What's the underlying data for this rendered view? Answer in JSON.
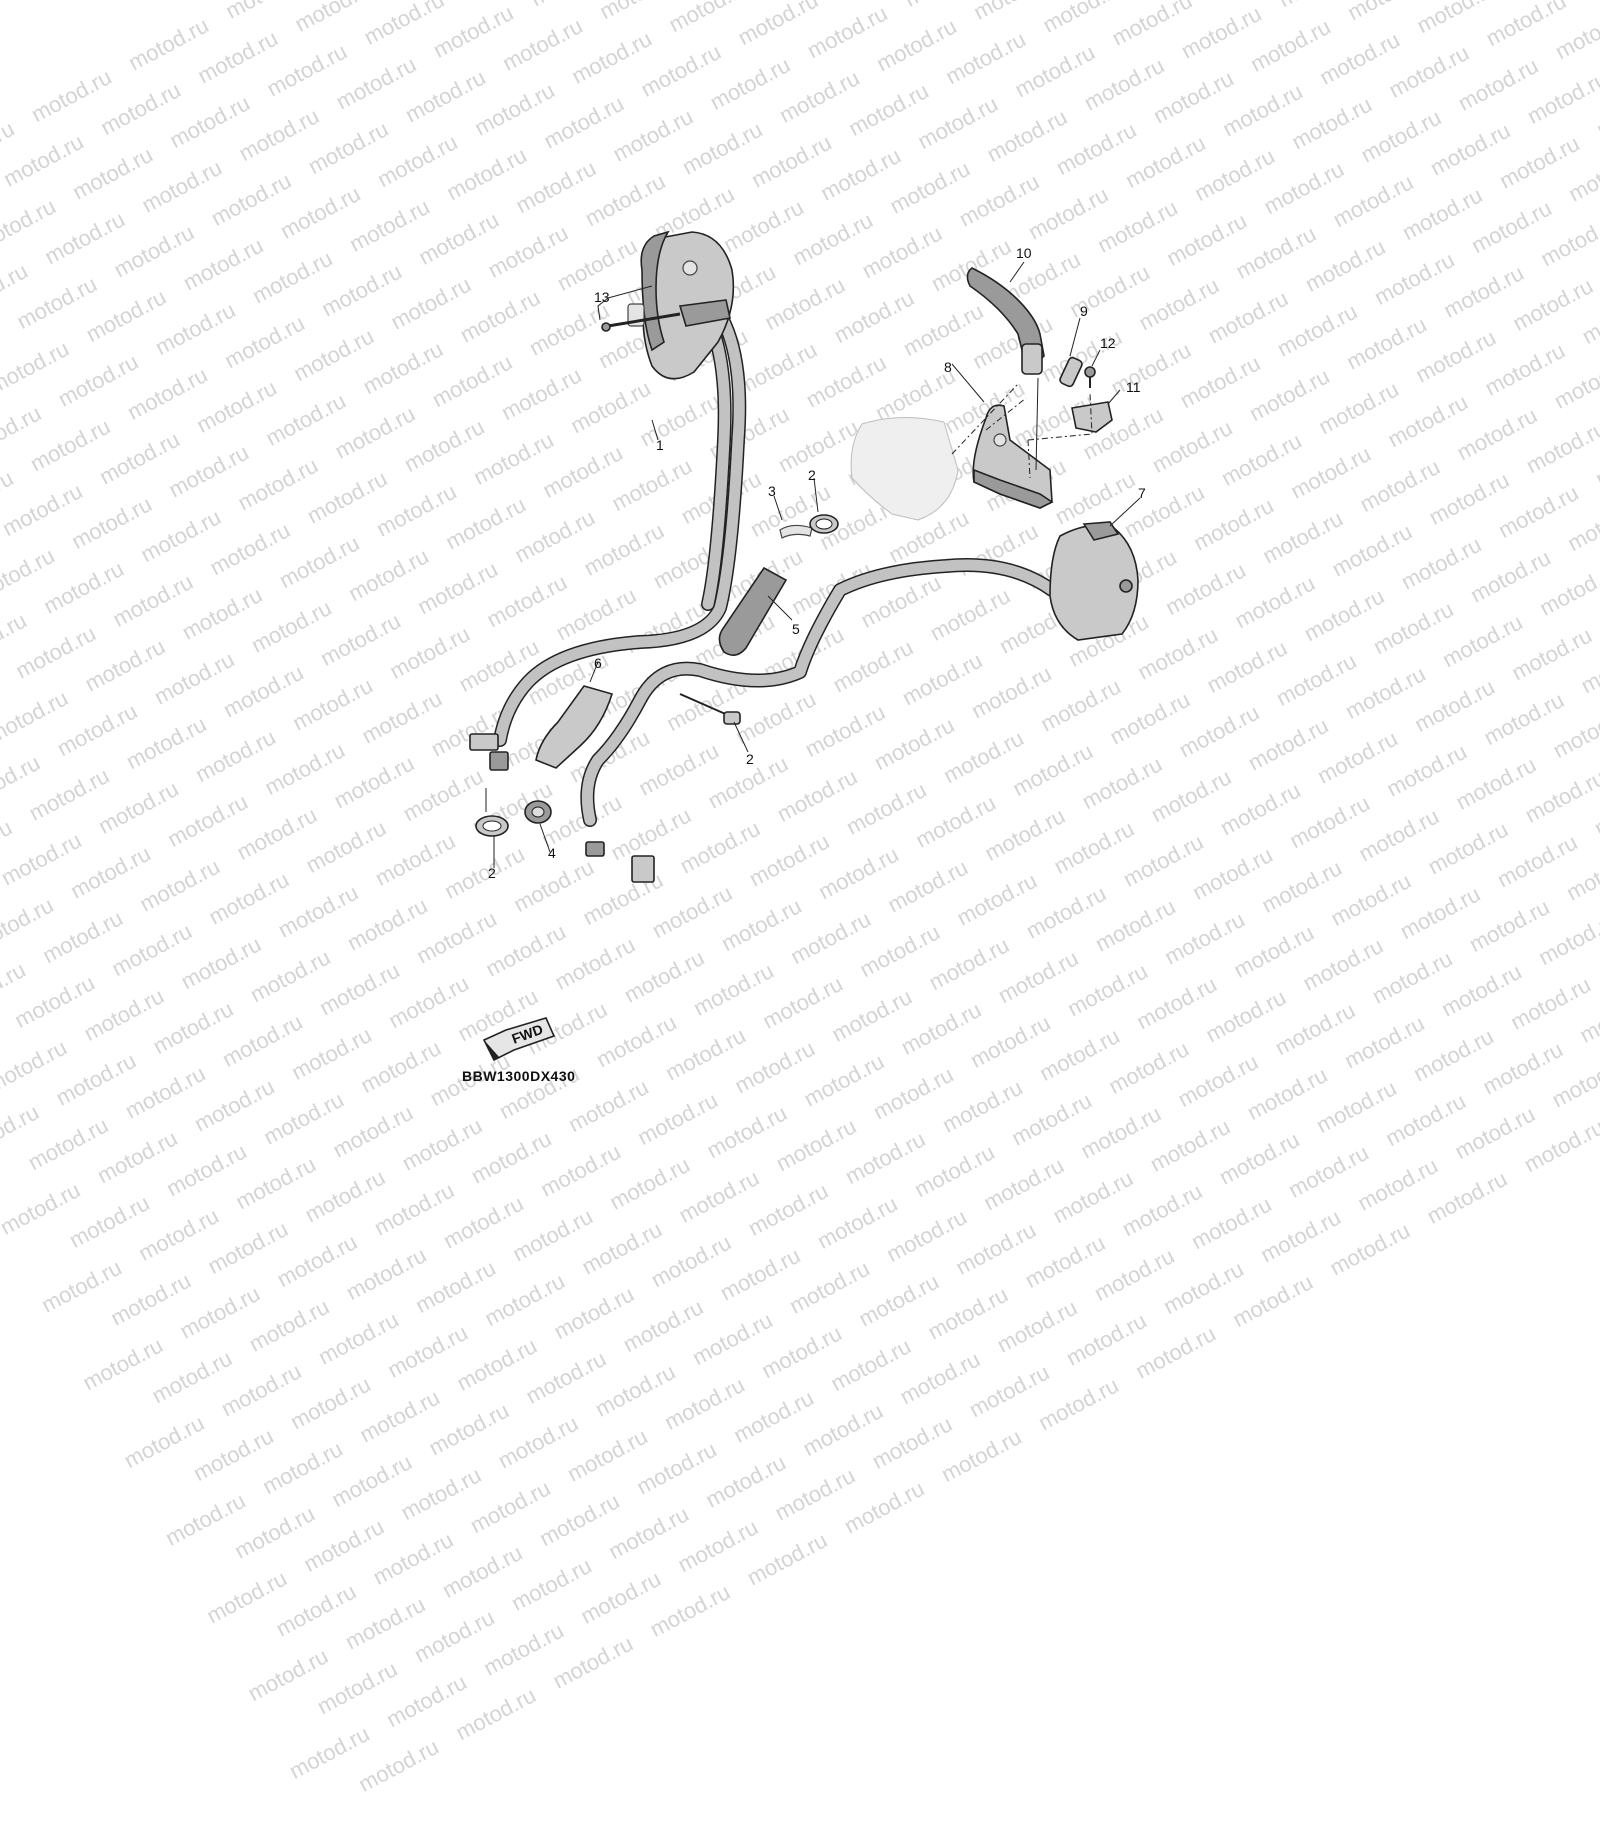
{
  "watermark": {
    "text": "motod.ru"
  },
  "callouts": {
    "c1": "1",
    "c2a": "2",
    "c2b": "2",
    "c2c": "2",
    "c3": "3",
    "c4": "4",
    "c5": "5",
    "c6": "6",
    "c7": "7",
    "c8": "8",
    "c9": "9",
    "c10": "10",
    "c11": "11",
    "c12": "12",
    "c13": "13"
  },
  "fwd_label": "FWD",
  "diagram_code": "BBW1300DX430"
}
